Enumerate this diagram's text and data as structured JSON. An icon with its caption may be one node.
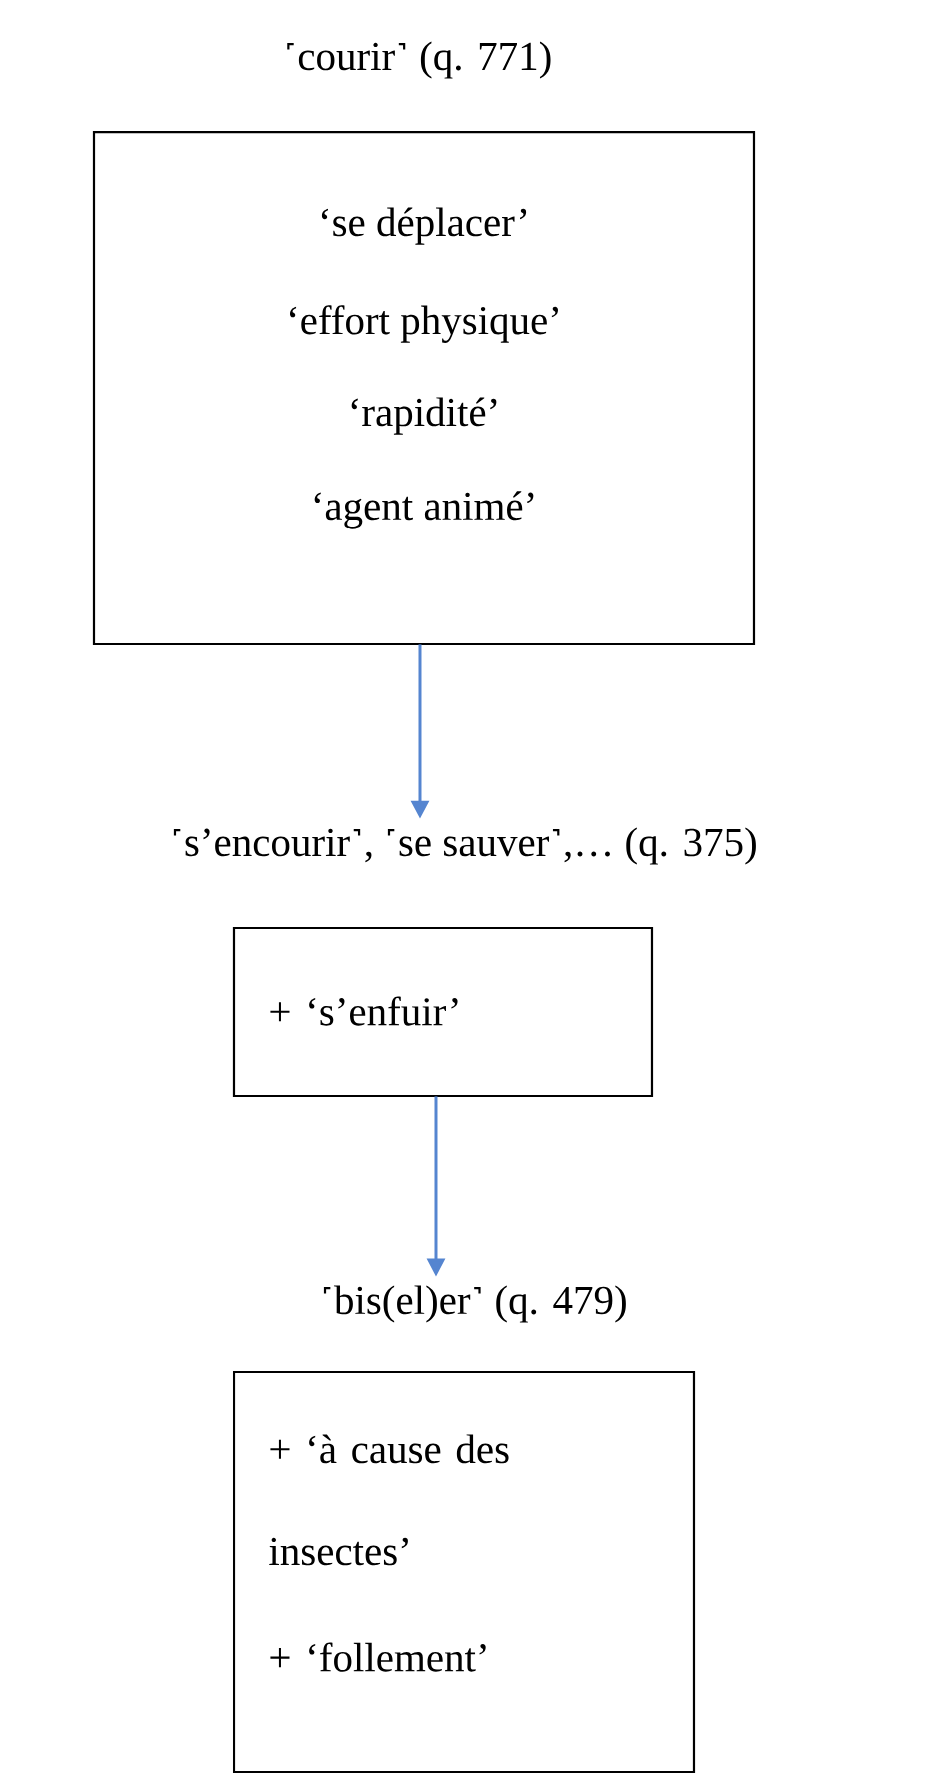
{
  "diagram": {
    "nodes": [
      {
        "text": [
          "˹courir˺ (q. 771)",
          "‘se déplacer’",
          "‘effort physique’",
          "‘rapidité’",
          "‘agent animé’"
        ]
      },
      {
        "text": [
          "˹s’encourir˺, ˹se sauver˺,… (q. 375)",
          "+ ‘s’enfuir’"
        ]
      },
      {
        "text": [
          "˹bis(el)er˺ (q. 479)",
          "+ ‘à cause des insectes’",
          "+ ‘follement’"
        ]
      }
    ],
    "edges": [
      {
        "from": 0,
        "to": 1,
        "arrow": "to"
      },
      {
        "from": 1,
        "to": 2,
        "arrow": "to"
      }
    ]
  }
}
